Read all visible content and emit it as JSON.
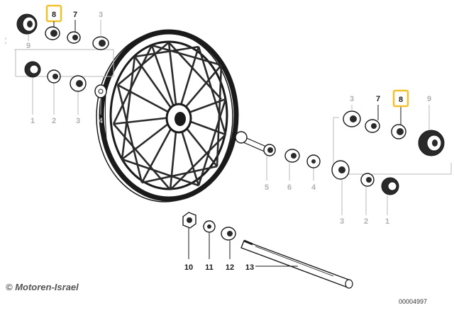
{
  "labels": {
    "top_left": {
      "l8": "8",
      "l7": "7",
      "l3": "3",
      "l9": "9"
    },
    "left_row": {
      "l1": "1",
      "l2": "2",
      "l3": "3",
      "l4": "4"
    },
    "right_top": {
      "l3": "3",
      "l7": "7",
      "l8": "8",
      "l9": "9"
    },
    "center_row": {
      "l5": "5",
      "l6": "6",
      "l4": "4",
      "l3": "3",
      "l2": "2",
      "l1": "1"
    },
    "axle_row": {
      "l10": "10",
      "l11": "11",
      "l12": "12",
      "l13": "13"
    }
  },
  "watermark": "© Motoren-Israel",
  "part_number": "00004997",
  "colors": {
    "highlight": "#f2c12e",
    "line": "#1a1a1a",
    "grey": "#b0b0b0"
  }
}
